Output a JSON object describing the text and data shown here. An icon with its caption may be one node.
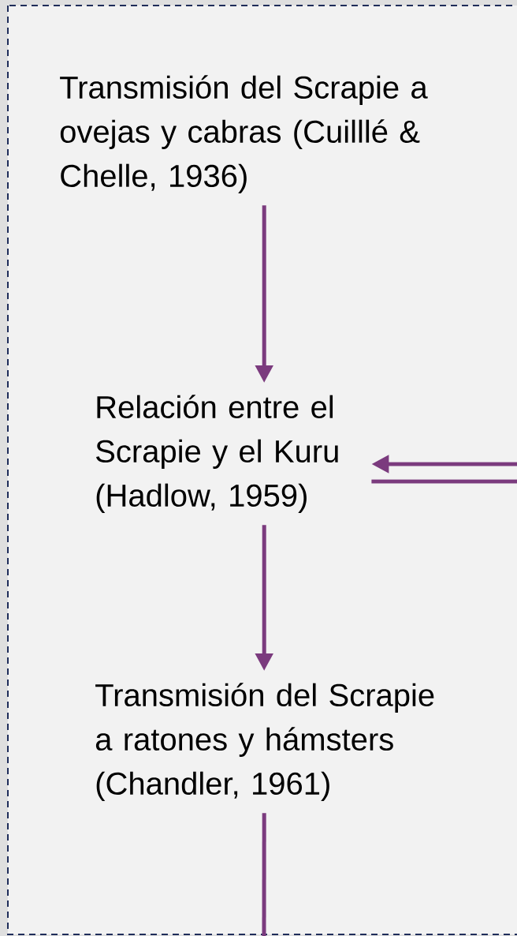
{
  "diagram": {
    "nodes": [
      {
        "text": [
          "Transmisión del Scrapie a ovejas y cabras (Cuilllé & Chelle, 1936)"
        ]
      },
      {
        "text": [
          "Relación entre el Scrapie y el Kuru (Hadlow, 1959)"
        ]
      },
      {
        "text": [
          "Transmisión del Scrapie a ratones y hámsters (Chandler, 1961)"
        ]
      }
    ],
    "edges": [
      {
        "from": 0,
        "to": 1,
        "arrow": "to"
      },
      {
        "from": 1,
        "to": 2,
        "arrow": "to"
      },
      {
        "from": 2,
        "to": null,
        "arrow": "none"
      },
      {
        "from": null,
        "to": 1,
        "arrow": "to"
      },
      {
        "from": 1,
        "to": null,
        "arrow": "none"
      }
    ]
  }
}
